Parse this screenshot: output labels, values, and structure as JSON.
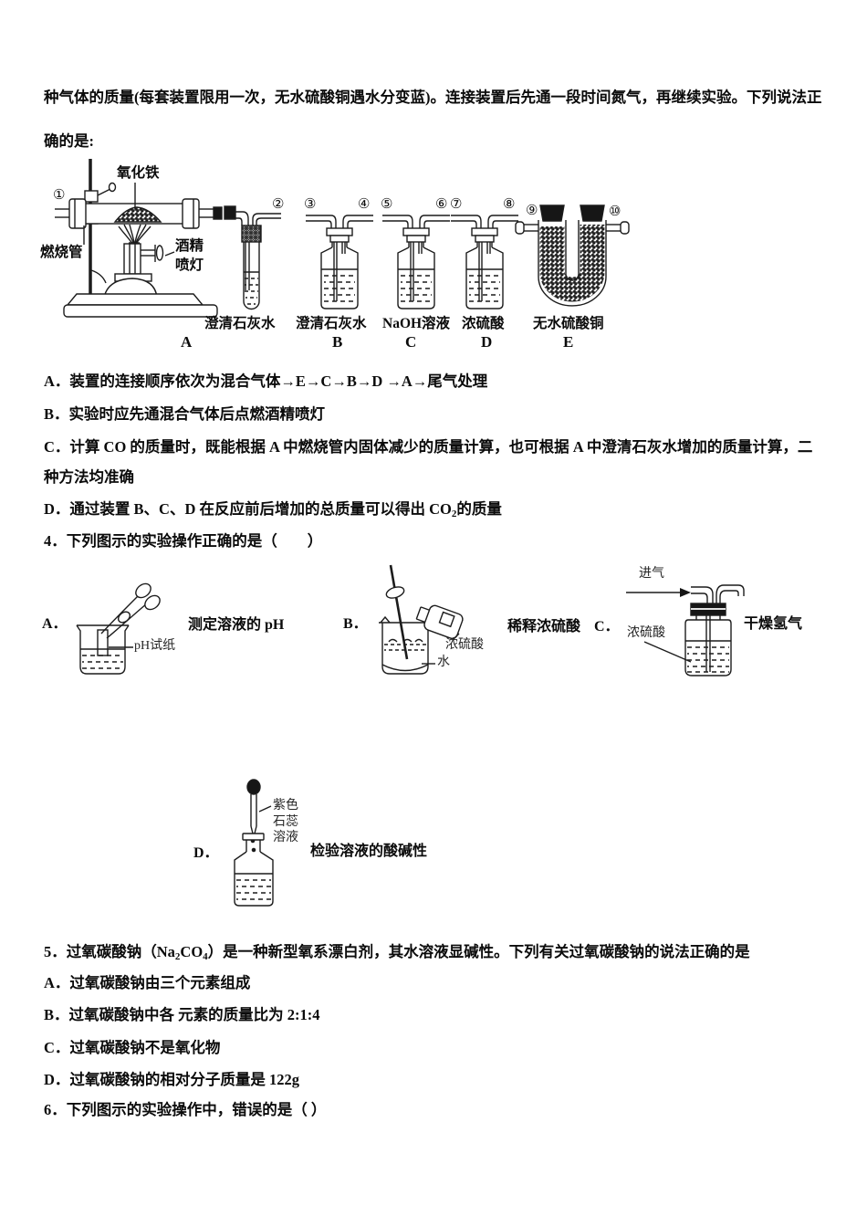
{
  "q3": {
    "intro1": "种气体的质量(每套装置限用一次，无水硫酸铜遇水分变蓝)。连接装置后先通一段时间氮气，再继续实验。下列说法正",
    "intro2": "确的是:",
    "optA": "A．装置的连接顺序依次为混合气体→E→C→B→D →A→尾气处理",
    "optB": "B．实验时应先通混合气体后点燃酒精喷灯",
    "optC1": "C．计算 CO 的质量时，既能根据 A 中燃烧管内固体减少的质量计算，也可根据 A 中澄清石灰水增加的质量计算，二",
    "optC2": "种方法均准确",
    "optD": {
      "pre": "D．通过装置 B、C、D 在反应前后增加的总质量可以得出 CO",
      "sub": "2",
      "post": "的质量"
    }
  },
  "apparatus": {
    "circles": {
      "c1": "①",
      "c2": "②",
      "c3": "③",
      "c4": "④",
      "c5": "⑤",
      "c6": "⑥",
      "c7": "⑦",
      "c8": "⑧",
      "c9": "⑨",
      "c10": "⑩"
    },
    "labels": {
      "iron_oxide": "氧化铁",
      "combustion_tube": "燃烧管",
      "alcohol_lamp": "酒精\n喷灯",
      "limewater1": "澄清石灰水",
      "limewater2": "澄清石灰水",
      "naoh_solution": "NaOH溶液",
      "conc_sulfuric_acid": "浓硫酸",
      "anhydrous_copper_sulfate": "无水硫酸铜"
    },
    "letters": {
      "a": "A",
      "b": "B",
      "c": "C",
      "d": "D",
      "e": "E"
    }
  },
  "q4": {
    "title": "4．下列图示的实验操作正确的是（　　）",
    "a": {
      "letter": "A．",
      "caption": "测定溶液的 pH",
      "ph_paper": "pH试纸"
    },
    "b": {
      "letter": "B．",
      "caption": "稀释浓硫酸",
      "acid": "浓硫酸",
      "water": "水"
    },
    "c": {
      "letter": "C．",
      "caption": "干燥氢气",
      "gas_in": "进气",
      "acid": "浓硫酸"
    },
    "d": {
      "letter": "D．",
      "caption": "检验溶液的酸碱性",
      "litmus": "紫色\n石蕊\n溶液"
    }
  },
  "q5": {
    "title": {
      "pre": "5．过氧碳酸钠（Na",
      "sub1": "2",
      "mid": "CO",
      "sub2": "4",
      "post": "）是一种新型氧系漂白剂，其水溶液显碱性。下列有关过氧碳酸钠的说法正确的是"
    },
    "optA": "A．过氧碳酸钠由三个元素组成",
    "optB": "B．过氧碳酸钠中各 元素的质量比为 2:1:4",
    "optC": "C．过氧碳酸钠不是氧化物",
    "optD": "D．过氧碳酸钠的相对分子质量是 122g"
  },
  "q6": {
    "title": "6．下列图示的实验操作中，错误的是（ ）"
  }
}
